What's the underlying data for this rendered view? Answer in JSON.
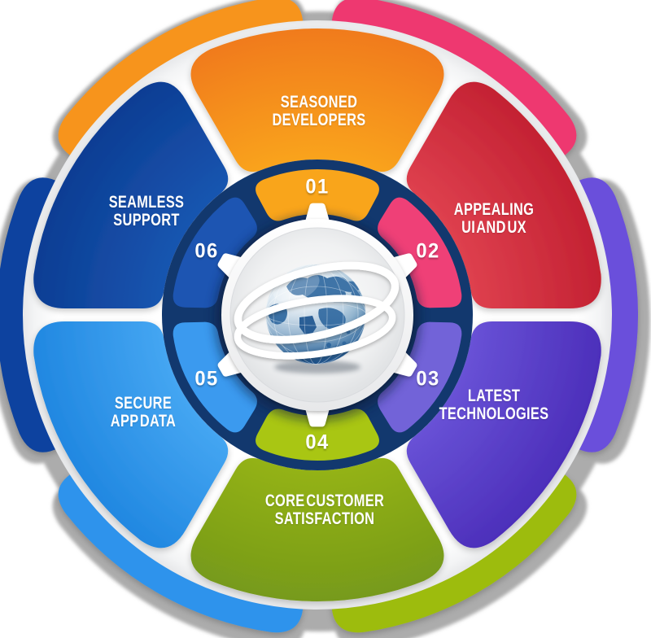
{
  "diagram": {
    "type": "circular-wheel-infographic",
    "description": "Six-step app development wheel around a globe hub",
    "background_color": "#ffffff",
    "shadow_ring_color": "#acacac",
    "disc_color": "#ffffff",
    "hub_ring_color": "#12386e",
    "hub_gear_color": "#ffffff",
    "center_icon": "globe-icon",
    "segments": [
      {
        "number": "01",
        "label": "SEASONED\nDEVELOPERS",
        "angle": -90,
        "color_inner": "#faa61a",
        "color_outer": "#f0791b",
        "arc_color": "#f9a51b",
        "petal_color": "#f7941e"
      },
      {
        "number": "02",
        "label": "APPEALING\nUI AND UX",
        "angle": -30,
        "color_inner": "#e04250",
        "color_outer": "#c22031",
        "arc_color": "#ef4077",
        "petal_color": "#ee3870"
      },
      {
        "number": "03",
        "label": "LATEST\nTECHNOLOGIES",
        "angle": 30,
        "color_inner": "#6a54d8",
        "color_outer": "#4b2db9",
        "arc_color": "#7263d8",
        "petal_color": "#6a50db"
      },
      {
        "number": "04",
        "label": "CORE CUSTOMER\nSATISFACTION",
        "angle": 90,
        "color_inner": "#96b413",
        "color_outer": "#75991b",
        "arc_color": "#a9c613",
        "petal_color": "#9dbc0e"
      },
      {
        "number": "05",
        "label": "SECURE\nAPP DATA",
        "angle": 150,
        "color_inner": "#47a8f3",
        "color_outer": "#1f86e0",
        "arc_color": "#3b9aef",
        "petal_color": "#2e93ec"
      },
      {
        "number": "06",
        "label": "SEAMLESS\nSUPPORT",
        "angle": 210,
        "color_inner": "#1a57b2",
        "color_outer": "#0b3c92",
        "arc_color": "#1d55b2",
        "petal_color": "#0c429f"
      }
    ]
  }
}
